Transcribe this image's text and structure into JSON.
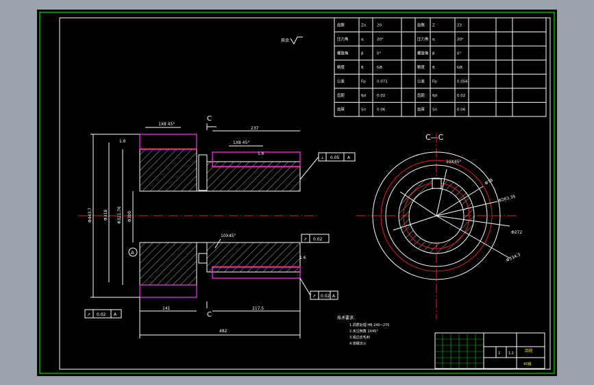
{
  "section_label": "C—C",
  "cut_marker": "C",
  "roughness_note": "其余",
  "dims": {
    "chamfer_top": "1X8 45°",
    "chamfer_mid": "1X8 45°",
    "len_237": "237",
    "len_141": "141",
    "len_2175": "217.5",
    "len_482": "482",
    "dia_outer": "Φ443.7",
    "dia_mid": "Φ318",
    "dia_hub": "Φ321.76",
    "dia_bore": "Φ300",
    "chamfer_hole": "10X45°",
    "dia_c1": "Φ78",
    "dia_c2": "Φ263.35",
    "dia_c3": "Φ272",
    "dia_c4": "Φ334.3",
    "datum": "A",
    "tol_parallel": "0.05",
    "tol_runout": "0.02",
    "tol_flat": "0.02",
    "tol_bottom": "0.02",
    "rough_a": "1.6",
    "rough_b": "1.6",
    "rough_c": "1.6"
  },
  "param_table": [
    [
      "齿数",
      "Zn",
      "20",
      "齿数",
      "Z",
      "23"
    ],
    [
      "压力角",
      "α",
      "20°",
      "压力角",
      "α",
      "20°"
    ],
    [
      "螺旋角",
      "β",
      "0°",
      "螺旋角",
      "β",
      "0°"
    ],
    [
      "精度",
      "8",
      "GB",
      "精度",
      "8",
      "GB"
    ],
    [
      "公差",
      "Fp",
      "0.071",
      "公差",
      "Fp",
      "0.056"
    ],
    [
      "齿距",
      "fpt",
      "0.02",
      "齿距",
      "fpt",
      "0.02"
    ],
    [
      "齿厚",
      "Sn",
      "0.06",
      "齿厚",
      "Sn",
      "0.06"
    ]
  ],
  "notes": {
    "title": "技术要求:",
    "lines": [
      "1.调质处理 HB 240~270",
      "2.未注倒角 1X45°",
      "3.锐边去毛刺",
      "4.渗碳淬火"
    ]
  },
  "title_block": {
    "name": "齿轮",
    "scale": "1:1",
    "sheet": "1",
    "material": "45钢"
  }
}
